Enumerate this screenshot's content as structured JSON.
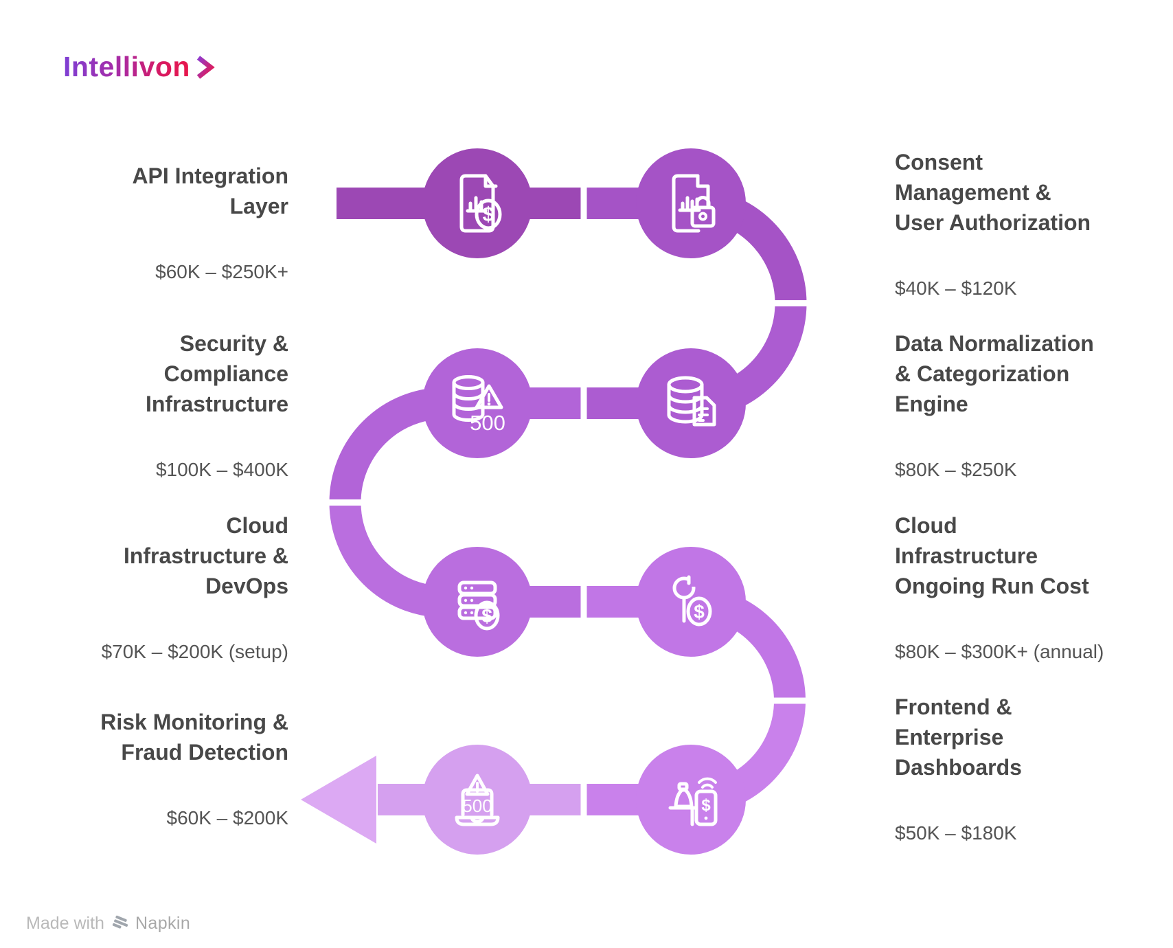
{
  "brand": {
    "name": "Intellivon"
  },
  "colors": {
    "logo_gradient_start": "#7E3FD4",
    "logo_gradient_end": "#E8174B",
    "title_text": "#484848",
    "price_text": "#545454",
    "arrow": "#DCA9F3",
    "footer_text": "#B9B9B9"
  },
  "icon_badges": {
    "alert_500": "500",
    "dollar": "$"
  },
  "nodes": [
    {
      "title": "API Integration\nLayer",
      "price": "$60K – $250K+",
      "color": "#9C48B4",
      "icon": "document-chart-dollar",
      "side": "left"
    },
    {
      "title": "Consent\nManagement &\nUser Authorization",
      "price": "$40K – $120K",
      "color": "#A553C6",
      "icon": "document-chart-lock",
      "side": "right"
    },
    {
      "title": "Data Normalization\n& Categorization\nEngine",
      "price": "$80K – $250K",
      "color": "#AC5CD1",
      "icon": "database-document",
      "side": "right"
    },
    {
      "title": "Security &\nCompliance\nInfrastructure",
      "price": "$100K – $400K",
      "color": "#B264D8",
      "icon": "database-alert-500",
      "side": "left"
    },
    {
      "title": "Cloud\nInfrastructure &\nDevOps",
      "price": "$70K – $200K (setup)",
      "color": "#BA6EDF",
      "icon": "server-dollar",
      "side": "left"
    },
    {
      "title": "Cloud\nInfrastructure\nOngoing Run Cost",
      "price": "$80K – $300K+ (annual)",
      "color": "#C176E6",
      "icon": "wrench-dollar",
      "side": "right"
    },
    {
      "title": "Frontend &\nEnterprise\nDashboards",
      "price": "$50K – $180K",
      "color": "#C981EB",
      "icon": "pos-phone-dollar",
      "side": "right"
    },
    {
      "title": "Risk Monitoring &\nFraud Detection",
      "price": "$60K – $200K",
      "color": "#D5A0EF",
      "icon": "laptop-alert-500",
      "side": "left"
    }
  ],
  "footer": {
    "made_with": "Made with",
    "brand": "Napkin"
  }
}
